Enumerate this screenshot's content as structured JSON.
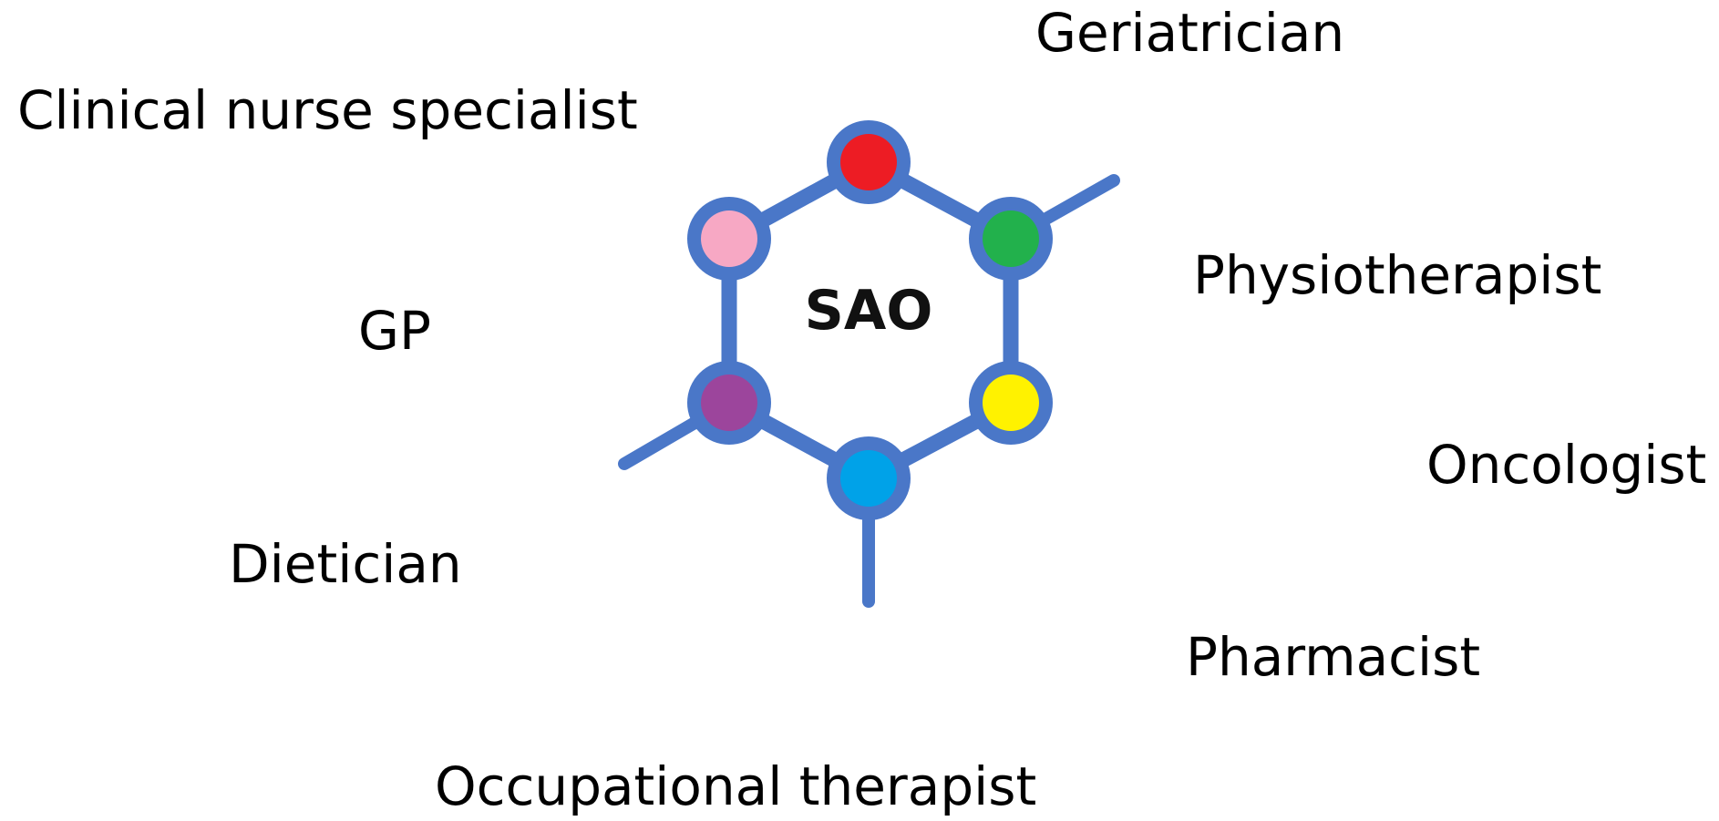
{
  "diagram": {
    "center_label": "SAO",
    "colors": {
      "ring": "#4a77c8",
      "nodes": [
        "#ed1c24",
        "#22b14c",
        "#fff200",
        "#00a2e8",
        "#9c459c",
        "#f7a8c4"
      ]
    },
    "roles": {
      "clinical_nurse_specialist": "Clinical nurse specialist",
      "geriatrician": "Geriatrician",
      "physiotherapist": "Physiotherapist",
      "gp": "GP",
      "oncologist": "Oncologist",
      "dietician": "Dietician",
      "pharmacist": "Pharmacist",
      "occupational_therapist": "Occupational therapist"
    }
  }
}
